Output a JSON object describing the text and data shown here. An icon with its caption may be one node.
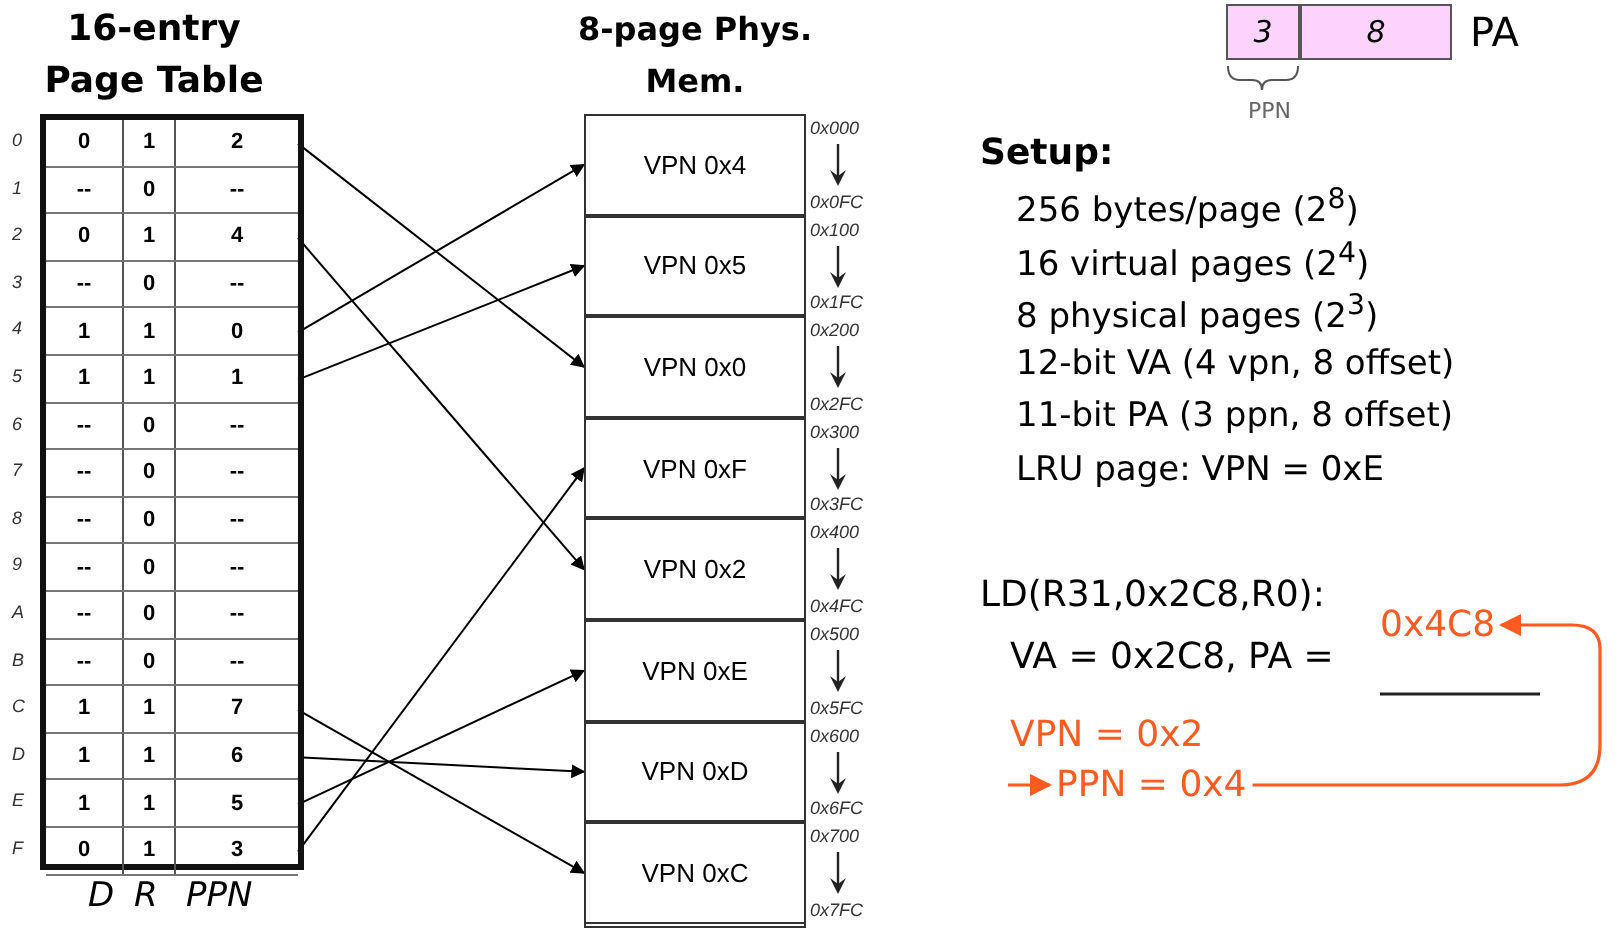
{
  "diagram": {
    "nodes": [
      {
        "text": [
          "16-entry Page Table"
        ]
      },
      {
        "text": [
          "0",
          "1",
          "2"
        ],
        "in": 0,
        "beside": [
          "0"
        ]
      },
      {
        "text": [
          "--",
          "0",
          "--"
        ],
        "in": 0,
        "beside": [
          "1"
        ]
      },
      {
        "text": [
          "0",
          "1",
          "4"
        ],
        "in": 0,
        "beside": [
          "2"
        ]
      },
      {
        "text": [
          "--",
          "0",
          "--"
        ],
        "in": 0,
        "beside": [
          "3"
        ]
      },
      {
        "text": [
          "1",
          "1",
          "0"
        ],
        "in": 0,
        "beside": [
          "4"
        ]
      },
      {
        "text": [
          "1",
          "1",
          "1"
        ],
        "in": 0,
        "beside": [
          "5"
        ]
      },
      {
        "text": [
          "--",
          "0",
          "--"
        ],
        "in": 0,
        "beside": [
          "6"
        ]
      },
      {
        "text": [
          "--",
          "0",
          "--"
        ],
        "in": 0,
        "beside": [
          "7"
        ]
      },
      {
        "text": [
          "--",
          "0",
          "--"
        ],
        "in": 0,
        "beside": [
          "8"
        ]
      },
      {
        "text": [
          "--",
          "0",
          "--"
        ],
        "in": 0,
        "beside": [
          "9"
        ]
      },
      {
        "text": [
          "--",
          "0",
          "--"
        ],
        "in": 0,
        "beside": [
          "A"
        ]
      },
      {
        "text": [
          "--",
          "0",
          "--"
        ],
        "in": 0,
        "beside": [
          "B"
        ]
      },
      {
        "text": [
          "1",
          "1",
          "7"
        ],
        "in": 0,
        "beside": [
          "C"
        ]
      },
      {
        "text": [
          "1",
          "1",
          "6"
        ],
        "in": 0,
        "beside": [
          "D"
        ]
      },
      {
        "text": [
          "1",
          "1",
          "5"
        ],
        "in": 0,
        "beside": [
          "E"
        ]
      },
      {
        "text": [
          "0",
          "1",
          "3"
        ],
        "in": 0,
        "beside": [
          "F"
        ]
      },
      {
        "text": [
          "8-page Phys. Mem."
        ]
      },
      {
        "text": [
          "VPN 0x4"
        ],
        "in": 17,
        "beside": [
          "0x000",
          "0x0FC"
        ]
      },
      {
        "text": [
          "VPN 0x5"
        ],
        "in": 17,
        "beside": [
          "0x100",
          "0x1FC"
        ]
      },
      {
        "text": [
          "VPN 0x0"
        ],
        "in": 17,
        "beside": [
          "0x200",
          "0x2FC"
        ]
      },
      {
        "text": [
          "VPN 0xF"
        ],
        "in": 17,
        "beside": [
          "0x300",
          "0x3FC"
        ]
      },
      {
        "text": [
          "VPN 0x2"
        ],
        "in": 17,
        "beside": [
          "0x400",
          "0x4FC"
        ]
      },
      {
        "text": [
          "VPN 0xE"
        ],
        "in": 17,
        "beside": [
          "0x500",
          "0x5FC"
        ]
      },
      {
        "text": [
          "VPN 0xD"
        ],
        "in": 17,
        "beside": [
          "0x600",
          "0x6FC"
        ]
      },
      {
        "text": [
          "VPN 0xC"
        ],
        "in": 17,
        "beside": [
          "0x700",
          "0x7FC"
        ]
      },
      {
        "text": [
          "3"
        ]
      },
      {
        "text": [
          "8"
        ],
        "beside": [
          "PA"
        ]
      },
      {
        "text": [
          "0x4C8"
        ]
      },
      {
        "text": [
          "PPN = 0x4"
        ]
      }
    ],
    "edges": [
      {
        "from": 1,
        "to": 20,
        "arrow": "to"
      },
      {
        "from": 3,
        "to": 22,
        "arrow": "to"
      },
      {
        "from": 5,
        "to": 18,
        "arrow": "to"
      },
      {
        "from": 6,
        "to": 19,
        "arrow": "to"
      },
      {
        "from": 13,
        "to": 25,
        "arrow": "to"
      },
      {
        "from": 14,
        "to": 24,
        "arrow": "to"
      },
      {
        "from": 15,
        "to": 23,
        "arrow": "to"
      },
      {
        "from": 16,
        "to": 21,
        "arrow": "to"
      },
      {
        "from": 29,
        "to": 28,
        "arrow": "to",
        "color": "#ff5a1f"
      },
      {
        "from": null,
        "to": 29,
        "arrow": "to",
        "color": "#ff5a1f"
      }
    ],
    "labels": [
      "PPN",
      "D",
      "R",
      "PPN",
      "Setup:",
      "256 bytes/page (2$^{8}$)",
      "16 virtual pages (2$^{4}$)",
      "8 physical pages (2$^{3}$)",
      "12-bit VA (4 vpn, 8 offset)",
      "11-bit PA (3 ppn, 8 offset)",
      "LRU page: VPN = 0xE",
      "LD(R31,0x2C8,R0):",
      "VA = 0x2C8, PA =",
      "VPN = 0x2"
    ]
  }
}
